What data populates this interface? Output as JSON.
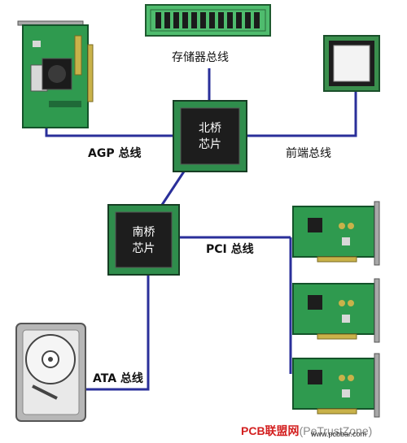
{
  "labels": {
    "memory_bus": "存储器总线",
    "agp_bus": "AGP 总线",
    "fsb": "前端总线",
    "pci_bus": "PCI 总线",
    "ata_bus": "ATA 总线"
  },
  "chips": {
    "north_line1": "北桥",
    "north_line2": "芯片",
    "south_line1": "南桥",
    "south_line2": "芯片"
  },
  "watermark": {
    "brand": "PCB联盟网",
    "source": "(PeTrustZone)",
    "url": "www.pcbbar.com"
  },
  "colors": {
    "bus_line": "#2a2f9a",
    "chip_body": "#1d1d1d",
    "chip_border": "#2f8d4c",
    "pcb_green": "#2f9a4f"
  }
}
